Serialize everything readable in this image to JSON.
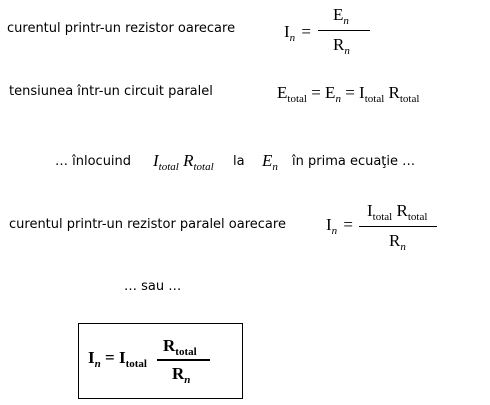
{
  "lines": {
    "l1_text": "curentul printr-un rezistor oarecare",
    "l2_text": "tensiunea într-un circuit paralel",
    "l3_prefix": "…  înlocuind",
    "l3_mid": "la",
    "l3_suffix": "în prima ecuaţie …",
    "l4_text": "curentul printr-un rezistor paralel oarecare",
    "l5_text": "… sau …"
  },
  "symbols": {
    "I": "I",
    "E": "E",
    "R": "R",
    "n": "n",
    "total": "total",
    "eq": "="
  }
}
